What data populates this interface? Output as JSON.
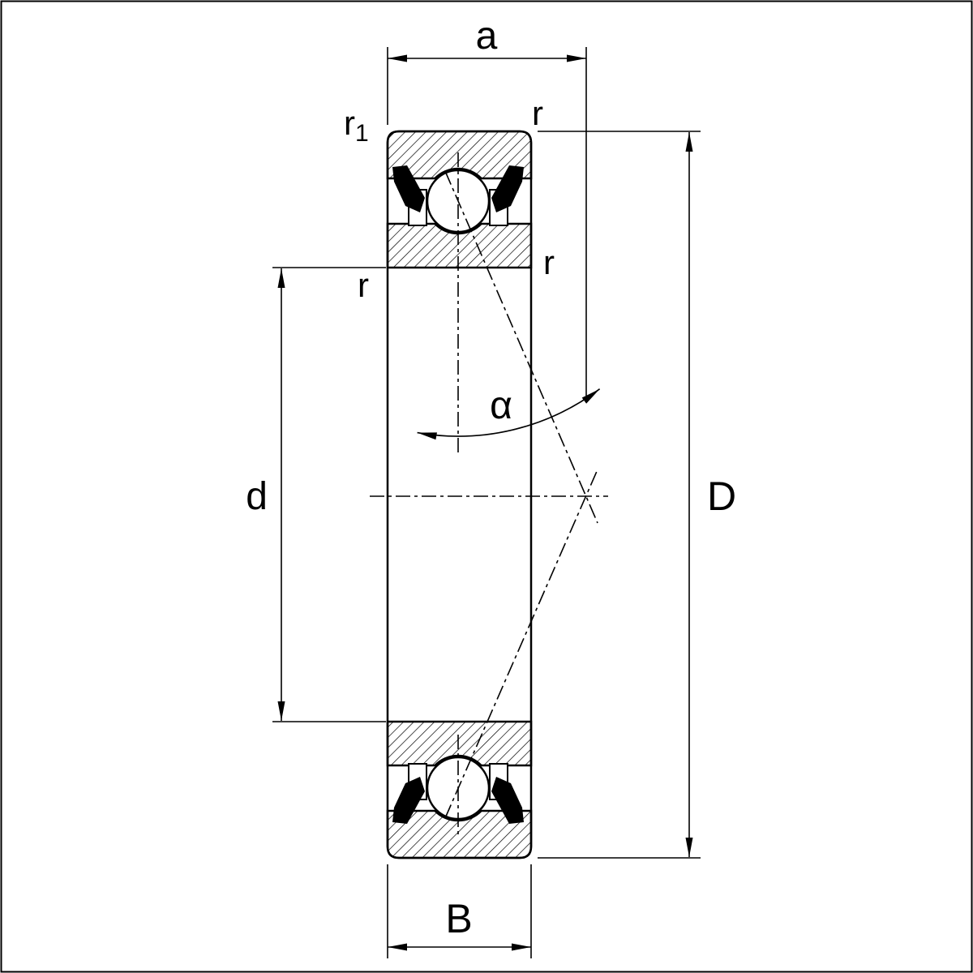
{
  "diagram": {
    "type": "bearing-cross-section-dimension-drawing",
    "background_color": "#ffffff",
    "line_color": "#000000",
    "labels": {
      "dim_a": "a",
      "r1_base": "r",
      "r1_sub": "1",
      "r_outer_top_right": "r",
      "r_inner_left": "r",
      "r_inner_right": "r",
      "contact_angle": "α",
      "dim_d": "d",
      "dim_D": "D",
      "dim_B": "B"
    }
  }
}
